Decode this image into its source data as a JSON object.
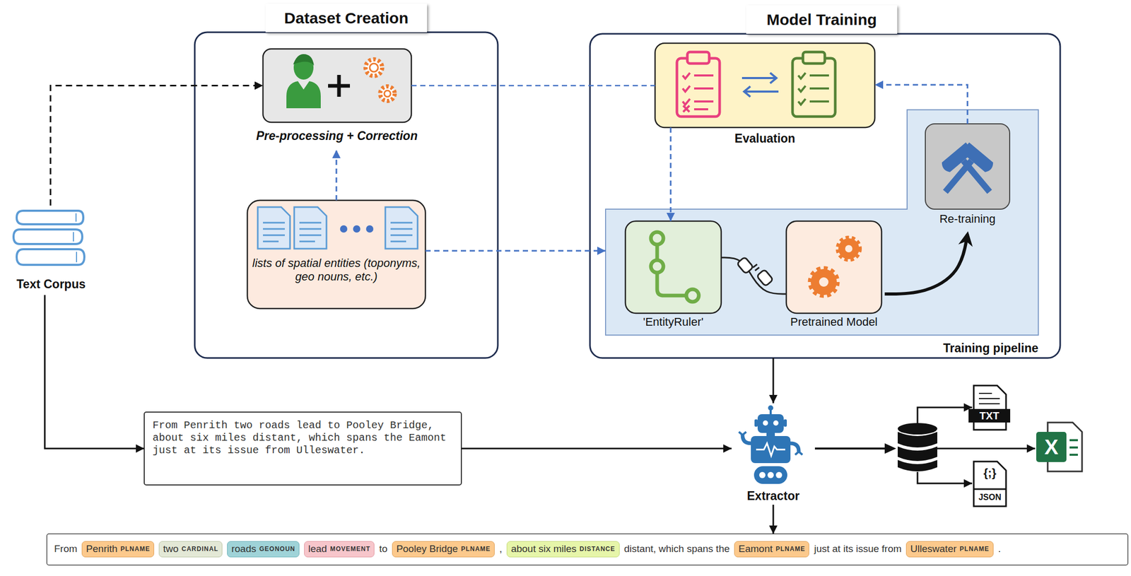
{
  "diagram": {
    "nodes": [
      {
        "text": [
          "Dataset Creation"
        ]
      },
      {
        "text": [
          "Pre-processing + Correction"
        ],
        "in": 0
      },
      {
        "text": [
          "lists of spatial entities (toponyms, geo nouns, etc.)"
        ],
        "in": 0
      },
      {
        "text": [
          "Model Training"
        ]
      },
      {
        "text": [
          "Evaluation"
        ],
        "in": 3
      },
      {
        "text": [
          "Training pipeline"
        ],
        "in": 3
      },
      {
        "text": [
          "'EntityRuler'"
        ],
        "in": 5
      },
      {
        "text": [
          "Pretrained Model"
        ],
        "in": 5
      },
      {
        "text": [
          "Re-training"
        ],
        "in": 5
      },
      {
        "text": [
          "Text Corpus"
        ]
      },
      {
        "text": [
          "From Penrith two roads lead to Pooley Bridge, about six miles distant, which spans the Eamont just at its issue from Ulleswater."
        ]
      },
      {
        "text": [
          "Extractor"
        ]
      },
      {
        "text": [
          "TXT"
        ]
      },
      {
        "text": [
          "X"
        ]
      },
      {
        "text": [
          "{;}",
          "JSON"
        ]
      },
      {
        "text": [
          "From",
          "to",
          ",",
          "distant, which spans the",
          "just at its issue from",
          "."
        ]
      },
      {
        "text": [
          "Penrith",
          "PLNAME"
        ],
        "in": 15
      },
      {
        "text": [
          "two",
          "CARDINAL"
        ],
        "in": 15
      },
      {
        "text": [
          "roads",
          "GEONOUN"
        ],
        "in": 15
      },
      {
        "text": [
          "lead",
          "MOVEMENT"
        ],
        "in": 15
      },
      {
        "text": [
          "Pooley Bridge",
          "PLNAME"
        ],
        "in": 15
      },
      {
        "text": [
          "about six miles",
          "DISTANCE"
        ],
        "in": 15
      },
      {
        "text": [
          "Eamont",
          "PLNAME"
        ],
        "in": 15
      },
      {
        "text": [
          "Ulleswater",
          "PLNAME"
        ],
        "in": 15
      }
    ],
    "edges": [
      {
        "from": 9,
        "to": 1,
        "arrow": "to"
      },
      {
        "from": 2,
        "to": 1,
        "arrow": "to"
      },
      {
        "from": 1,
        "to": 4,
        "arrow": "none"
      },
      {
        "from": 2,
        "to": 5,
        "arrow": "to"
      },
      {
        "from": 4,
        "to": 6,
        "arrow": "to"
      },
      {
        "from": 8,
        "to": 4,
        "arrow": "to"
      },
      {
        "from": 6,
        "to": 7,
        "arrow": "none"
      },
      {
        "from": 7,
        "to": 8,
        "arrow": "to"
      },
      {
        "from": 3,
        "to": 11,
        "arrow": "to"
      },
      {
        "from": 9,
        "to": 10,
        "arrow": "to"
      },
      {
        "from": 10,
        "to": 11,
        "arrow": "to"
      },
      {
        "from": 11,
        "to": 12,
        "arrow": "to"
      },
      {
        "from": 11,
        "to": 13,
        "arrow": "to"
      },
      {
        "from": 11,
        "to": 14,
        "arrow": "to"
      },
      {
        "from": 11,
        "to": 15,
        "arrow": "to"
      }
    ]
  }
}
